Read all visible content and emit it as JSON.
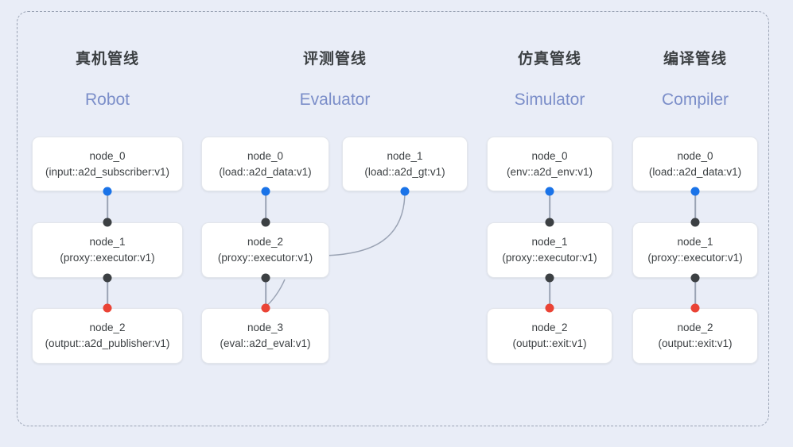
{
  "frame": {
    "border_style": "dashed",
    "border_color": "#9aa3b4"
  },
  "theme": {
    "background": "#e9edf7",
    "node_background": "#ffffff",
    "node_border": "#e3e6ec",
    "text_color": "#3c4043",
    "accent_en_heading": "#7b8ec9",
    "port_output_color": "#1a73e8",
    "port_mid_color": "#3c4043",
    "port_input_color": "#ea4335",
    "edge_color": "#9aa3b4"
  },
  "columns": [
    {
      "zh": "真机管线",
      "en": "Robot",
      "nodes": [
        {
          "id": "c1n0",
          "title": "node_0",
          "sub": "(input::a2d_subscriber:v1)"
        },
        {
          "id": "c1n1",
          "title": "node_1",
          "sub": "(proxy::executor:v1)"
        },
        {
          "id": "c1n2",
          "title": "node_2",
          "sub": "(output::a2d_publisher:v1)"
        }
      ]
    },
    {
      "zh": "评测管线",
      "en": "Evaluator",
      "nodes": [
        {
          "id": "c2n0",
          "title": "node_0",
          "sub": "(load::a2d_data:v1)"
        },
        {
          "id": "c2n1",
          "title": "node_1",
          "sub": "(load::a2d_gt:v1)"
        },
        {
          "id": "c2n2",
          "title": "node_2",
          "sub": "(proxy::executor:v1)"
        },
        {
          "id": "c2n3",
          "title": "node_3",
          "sub": "(eval::a2d_eval:v1)"
        }
      ]
    },
    {
      "zh": "仿真管线",
      "en": "Simulator",
      "nodes": [
        {
          "id": "c3n0",
          "title": "node_0",
          "sub": "(env::a2d_env:v1)"
        },
        {
          "id": "c3n1",
          "title": "node_1",
          "sub": "(proxy::executor:v1)"
        },
        {
          "id": "c3n2",
          "title": "node_2",
          "sub": "(output::exit:v1)"
        }
      ]
    },
    {
      "zh": "编译管线",
      "en": "Compiler",
      "nodes": [
        {
          "id": "c4n0",
          "title": "node_0",
          "sub": "(load::a2d_data:v1)"
        },
        {
          "id": "c4n1",
          "title": "node_1",
          "sub": "(proxy::executor:v1)"
        },
        {
          "id": "c4n2",
          "title": "node_2",
          "sub": "(output::exit:v1)"
        }
      ]
    }
  ]
}
